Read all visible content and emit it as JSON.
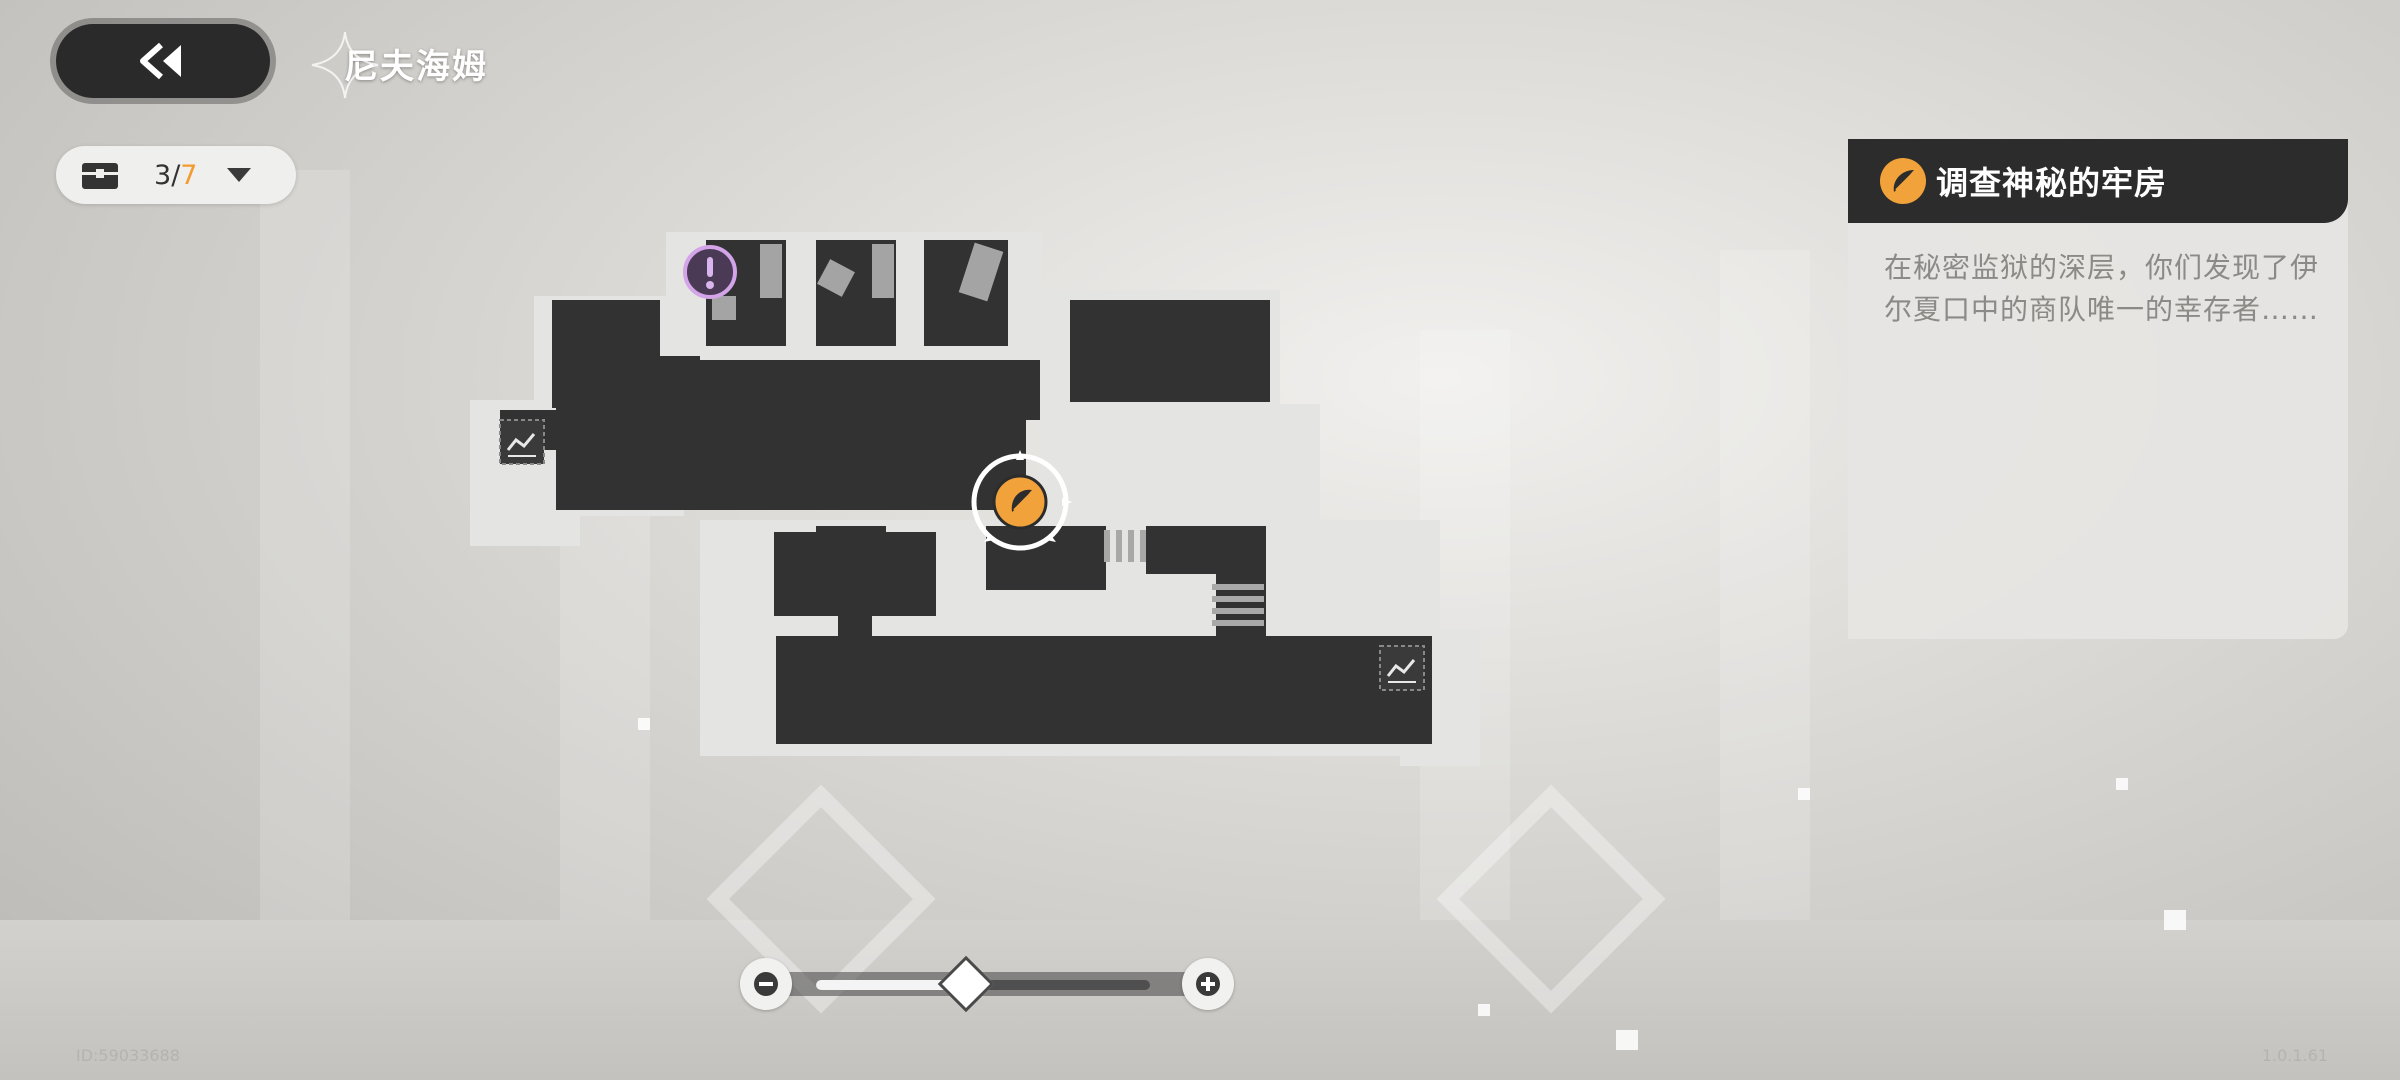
{
  "header": {
    "area_name": "尼夫海姆"
  },
  "chest_counter": {
    "current": "3",
    "separator": "/",
    "total": "7"
  },
  "quest": {
    "title": "调查神秘的牢房",
    "description": "在秘密监狱的深层，你们发现了伊尔夏口中的商队唯一的幸存者……"
  },
  "zoom": {
    "level": 0.45
  },
  "footer": {
    "uid": "ID:59033688",
    "version": "1.0.1.61"
  },
  "colors": {
    "accent": "#f29b2f",
    "room": "#323232",
    "floor": "#e4e4e2"
  }
}
